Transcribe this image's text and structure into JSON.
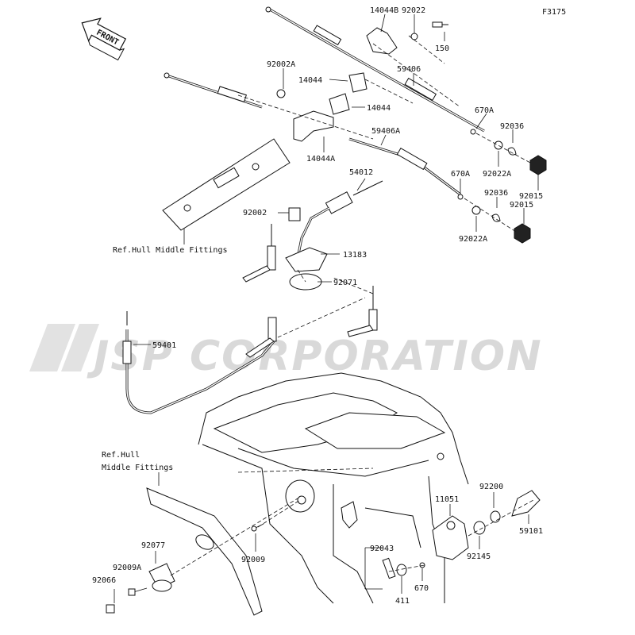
{
  "figure_code": "F3175",
  "front_arrow": {
    "label": "FRONT",
    "icon": "front-direction-arrow-icon"
  },
  "watermark": "JSP CORPORATION",
  "refs": {
    "hull_middle_upper": "Ref.Hull Middle Fittings",
    "hull_middle_lower_line1": "Ref.Hull",
    "hull_middle_lower_line2": "Middle Fittings"
  },
  "part_labels": [
    "14044B",
    "92022",
    "150",
    "92002A",
    "14044",
    "59406",
    "14044",
    "670A",
    "92036",
    "14044A",
    "59406A",
    "92022A",
    "92015",
    "54012",
    "670A",
    "92036",
    "92015",
    "92002",
    "92022A",
    "13183",
    "92071",
    "59401",
    "92200",
    "11051",
    "59101",
    "92145",
    "92077",
    "92009",
    "92009A",
    "92066",
    "92043",
    "670",
    "411"
  ],
  "colors": {
    "line": "#111111",
    "watermark": "#d9d9d9",
    "background": "#ffffff"
  }
}
